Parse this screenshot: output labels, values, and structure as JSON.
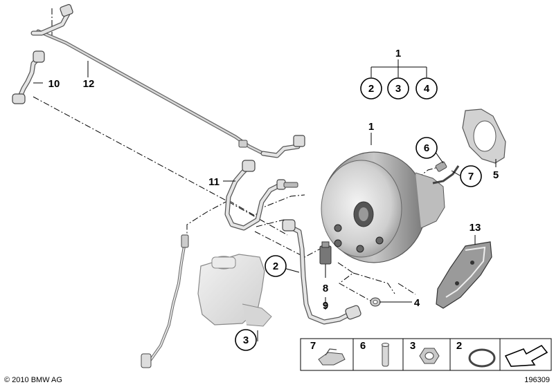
{
  "copyright": "© 2010 BMW AG",
  "diagram_id": "196309",
  "callouts": {
    "tree_top": "1",
    "tree_a": "2",
    "tree_b": "3",
    "tree_c": "4",
    "booster": "1",
    "plate": "5",
    "clevis_circle": "6",
    "pin_circle": "7",
    "sensor": "8",
    "hose_end": "9",
    "hose_left": "10",
    "hose_mid": "11",
    "vacuum_line": "12",
    "bracket": "13",
    "ring_circle": "2",
    "nut_circle": "3",
    "nut_right": "4"
  },
  "parts_strip": [
    {
      "label": "7",
      "icon": "clip-icon"
    },
    {
      "label": "6",
      "icon": "pin-icon"
    },
    {
      "label": "3",
      "icon": "hex-nut-icon"
    },
    {
      "label": "2",
      "icon": "o-ring-icon"
    },
    {
      "label": "",
      "icon": "arrow-symbol-icon"
    }
  ]
}
